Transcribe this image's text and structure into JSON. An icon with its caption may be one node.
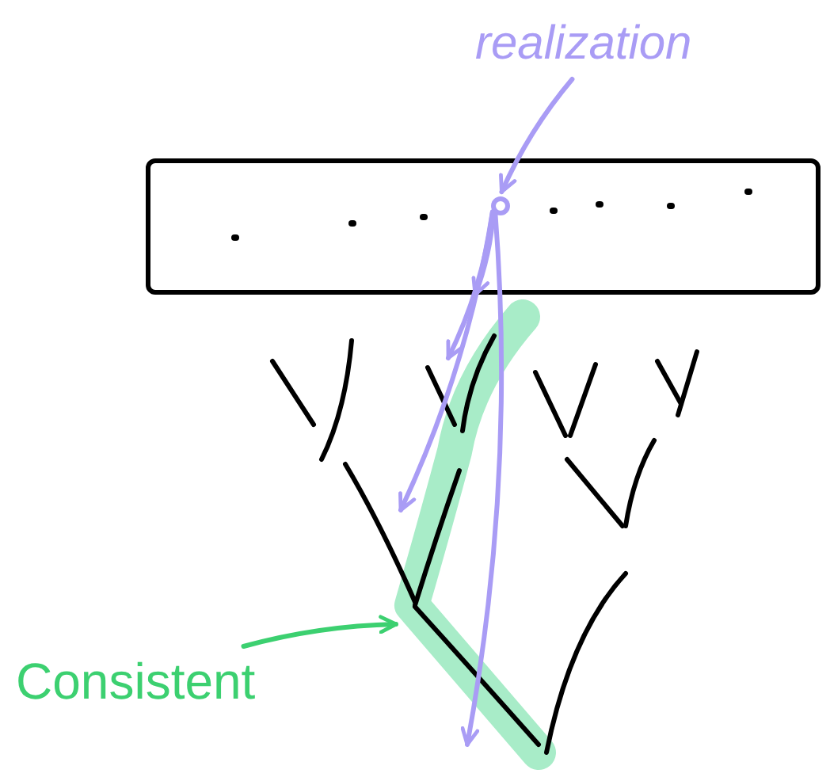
{
  "diagram": {
    "nodes": [
      {
        "text": [
          "realization"
        ]
      },
      {
        "text": [],
        "shape": "box"
      },
      {
        "text": [],
        "shape": "circle",
        "in": 1
      },
      {
        "text": [],
        "shape": "bar"
      },
      {
        "text": [
          "Consistent"
        ]
      }
    ],
    "edges": [
      {
        "from": 0,
        "to": 2,
        "arrow": "to",
        "color": "#a99cf5"
      },
      {
        "from": 2,
        "to": 3,
        "arrow": "to",
        "color": "#a99cf5"
      },
      {
        "from": 2,
        "to": 3,
        "arrow": "to",
        "color": "#a99cf5"
      },
      {
        "from": 2,
        "to": 3,
        "arrow": "to",
        "color": "#a99cf5"
      },
      {
        "from": 2,
        "to": 3,
        "arrow": "to",
        "color": "#a99cf5"
      },
      {
        "from": 4,
        "to": 3,
        "arrow": "to",
        "color": "#3cd070"
      }
    ]
  }
}
